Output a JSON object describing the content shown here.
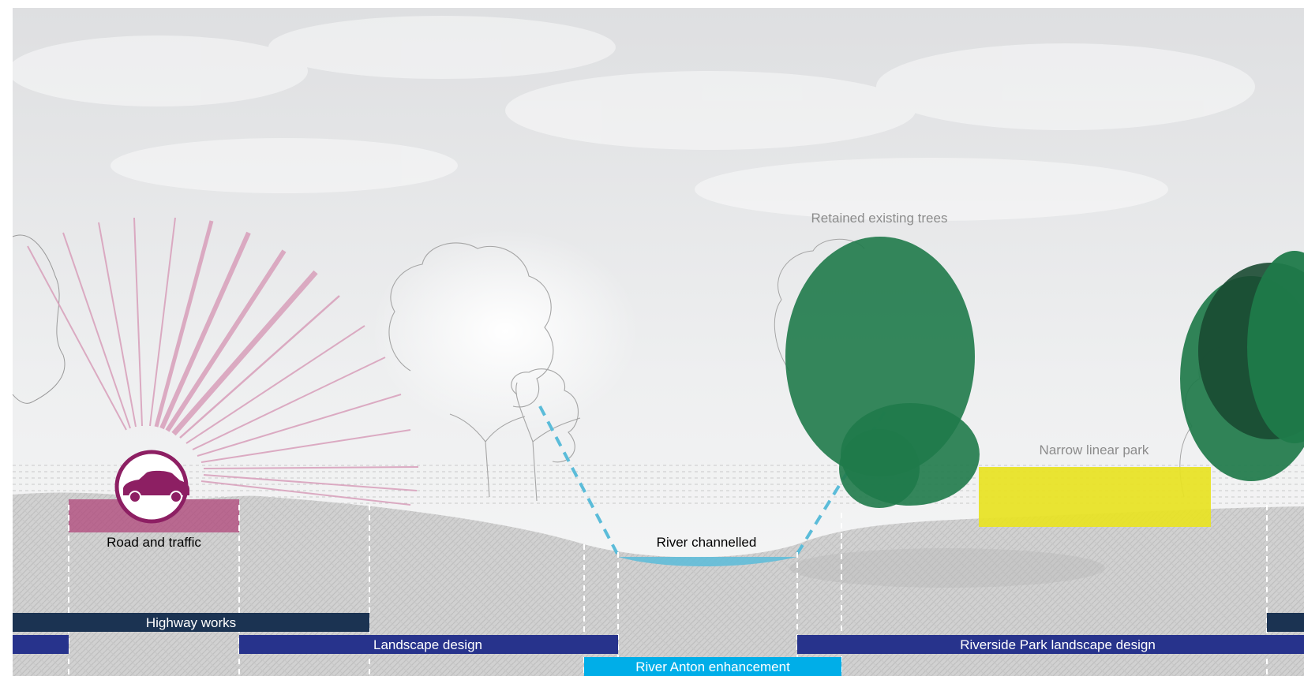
{
  "labels": {
    "retained_trees": "Retained existing trees",
    "narrow_park": "Narrow linear park",
    "road_traffic": "Road and traffic",
    "river_channelled": "River channelled"
  },
  "bars": {
    "highway_works": "Highway works",
    "landscape_design": "Landscape design",
    "riverside_park": "Riverside Park landscape design",
    "river_anton": "River Anton enhancement"
  },
  "icons": {
    "car": "car-icon"
  },
  "colors": {
    "highway_bar": "#1b3352",
    "landscape_bar": "#27338c",
    "river_bar": "#00aee8",
    "tree_green": "#1f7a4a",
    "park_yellow": "#e8e322",
    "road_pink": "#b0457a",
    "car_purple": "#8d1f63",
    "water_blue": "#5bbcd9"
  }
}
